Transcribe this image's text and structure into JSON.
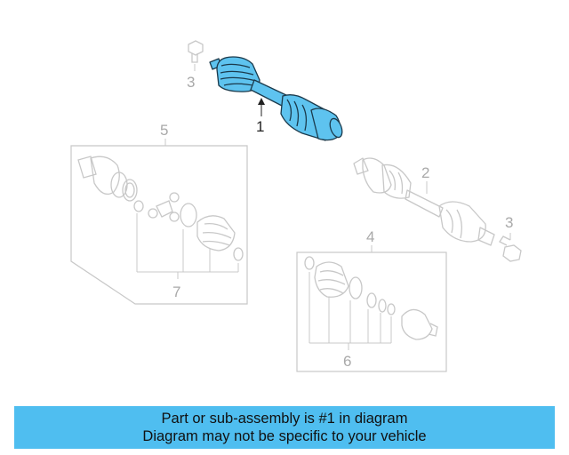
{
  "callouts": {
    "c1": "1",
    "c2": "2",
    "c3a": "3",
    "c3b": "3",
    "c4": "4",
    "c5": "5",
    "c6": "6",
    "c7": "7"
  },
  "banner": {
    "line1": "Part or sub-assembly is #1 in diagram",
    "line2": "Diagram may not be specific to your vehicle"
  },
  "colors": {
    "highlight": "#5ec3ef",
    "highlight_outline": "#1b3a4c",
    "ghost_line": "#c8c8c8",
    "banner_bg": "#4fbef0"
  }
}
